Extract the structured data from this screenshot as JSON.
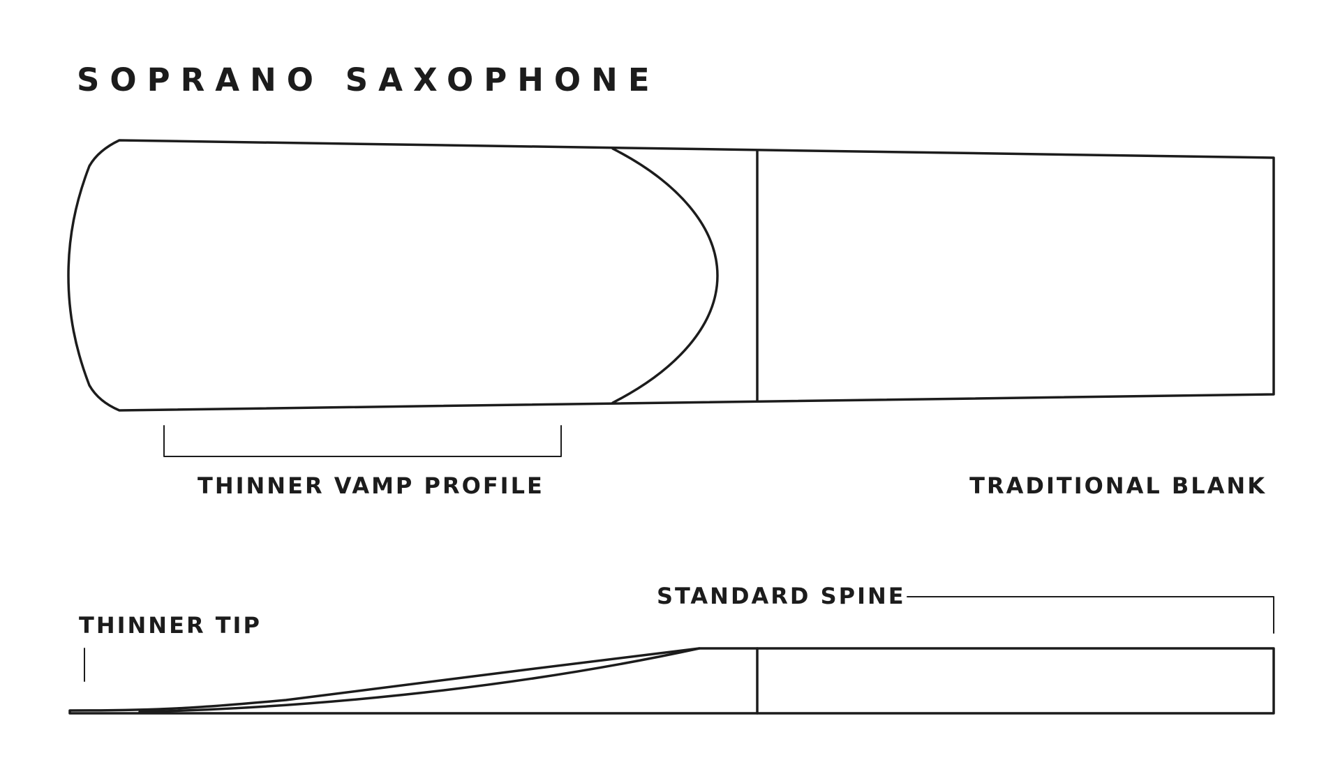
{
  "title": "SOPRANO SAXOPHONE",
  "labels": {
    "vamp": "THINNER VAMP PROFILE",
    "blank": "TRADITIONAL BLANK",
    "spine": "STANDARD SPINE",
    "tip": "THINNER TIP"
  },
  "colors": {
    "line": "#1c1c1c",
    "background": "#ffffff"
  }
}
